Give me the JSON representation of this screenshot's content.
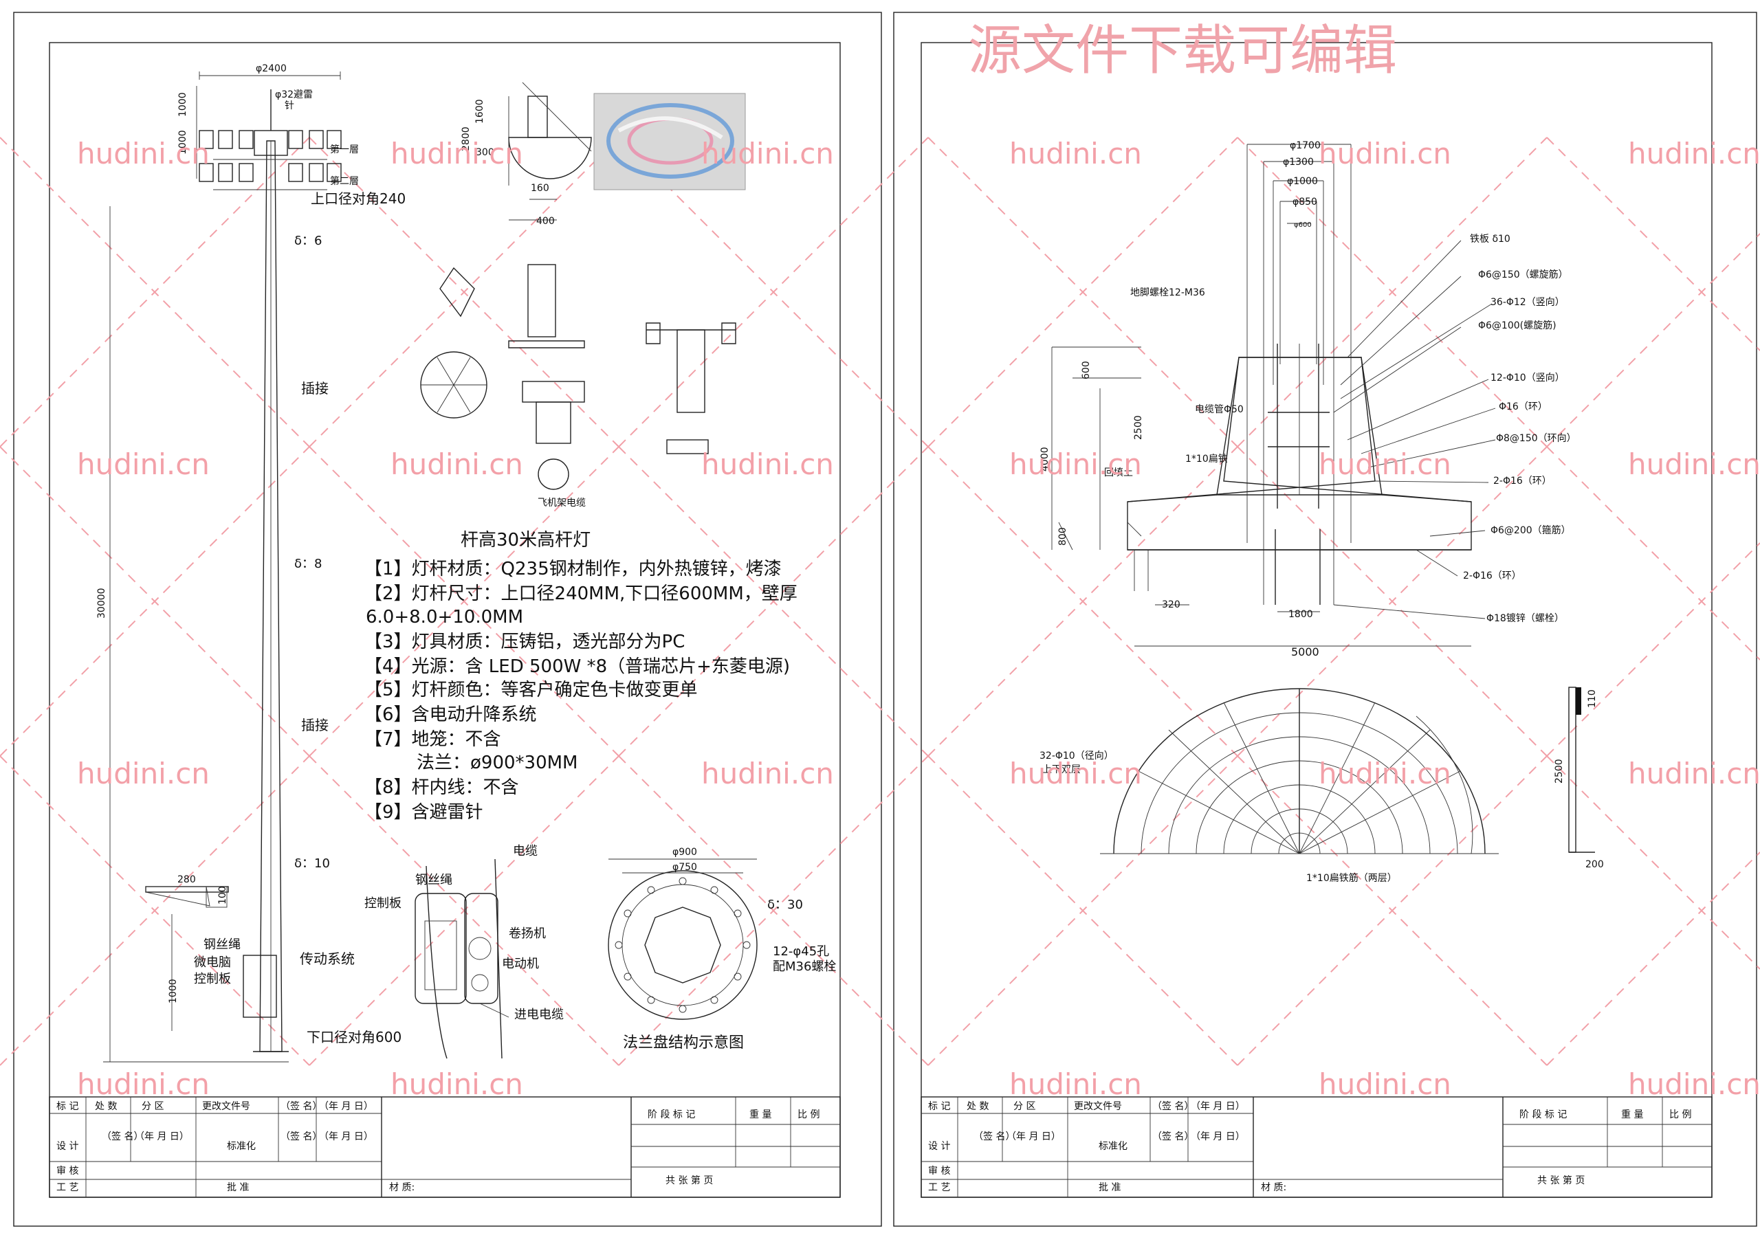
{
  "watermarks": {
    "site": "hudini.cn",
    "banner": "源文件下载可编辑"
  },
  "left_sheet": {
    "pole_labels": {
      "top_dia": "φ2400",
      "rod_label_1": "φ32避雷",
      "rod_label_2": "针",
      "h1000a": "1000",
      "h1000b": "1000",
      "layer1": "第一層",
      "layer2": "第二層",
      "top_opening": "上口径对角240",
      "wall6": "δ：6",
      "joint1": "插接",
      "wall8": "δ：8",
      "height": "30000",
      "joint2": "插接",
      "wall10": "δ：10",
      "w280": "280",
      "h100": "100",
      "wire": "钢丝绳",
      "mcu1": "微电脑",
      "mcu2": "控制板",
      "drive": "传动系统",
      "h1000c": "1000",
      "bottom_opening": "下口径对角600"
    },
    "detail_labels": {
      "d2800": "2800",
      "d1600": "1600",
      "d300": "300",
      "d160": "160",
      "d400": "400",
      "lamp_sign": "飞机架电缆"
    },
    "spec": {
      "title": "杆高30米高杆灯",
      "lines": [
        "【1】灯杆材质：Q235钢材制作，内外热镀锌，烤漆",
        "【2】灯杆尺寸：上口径240MM,下口径600MM，壁厚",
        "6.0+8.0+10.0MM",
        "【3】灯具材质：压铸铝，透光部分为PC",
        "【4】光源：含 LED 500W *8（普瑞芯片+东菱电源)",
        "【5】灯杆颜色：等客户确定色卡做变更单",
        "【6】含电动升降系统",
        "【7】地笼：不含",
        "法兰：ø900*30MM",
        "【8】杆内线：不含",
        "【9】含避雷针"
      ]
    },
    "base_labels": {
      "cable": "电缆",
      "wire_rope": "钢丝绳",
      "control_board": "控制板",
      "winch": "卷扬机",
      "motor": "电动机",
      "inlet_cable": "进电电缆"
    },
    "flange": {
      "d900": "φ900",
      "d750": "φ750",
      "thickness": "δ：30",
      "holes_1": "12-φ45孔",
      "holes_2": "配M36螺栓",
      "caption": "法兰盘结构示意图"
    }
  },
  "right_sheet": {
    "dims": [
      "φ1700",
      "φ1300",
      "φ1000",
      "φ850",
      "φ600"
    ],
    "annotations": [
      "铁板 δ10",
      "Φ6@150（螺旋筋）",
      "36-Φ12（竖向）",
      "Φ6@100(螺旋筋)",
      "12-Φ10（竖向）",
      "Φ16（环）",
      "Φ8@150（环向）",
      "2-Φ16（环）",
      "Φ6@200（箍筋）",
      "2-Φ16（环）",
      "Φ18镀锌（螺栓）"
    ],
    "left_annotations": {
      "bolt": "地脚螺栓12-M36",
      "h600": "600",
      "h2500": "2500",
      "h4000": "4000",
      "conduit": "电缆管Φ50",
      "ground": "1*10扁铁",
      "soil": "回填土",
      "h800": "800",
      "w320": "320",
      "w1800": "1800",
      "w5000": "5000"
    },
    "plan": {
      "radial": "32-Φ10（径向）",
      "layers": "上下双层",
      "mesh": "1*10扁铁筋（两层）",
      "h110": "110",
      "h2500": "2500",
      "w200": "200"
    }
  },
  "title_block": {
    "row1": [
      "标 记",
      "处 数",
      "分 区",
      "更改文件号",
      "（签 名）",
      "（年 月 日）"
    ],
    "row2": [
      "设 计",
      "（签 名）",
      "（年 月 日）",
      "标准化",
      "（签 名）",
      "（年 月 日）"
    ],
    "row3": [
      "审 核"
    ],
    "row4": [
      "工 艺",
      "批 准"
    ],
    "stage": "阶 段 标 记",
    "weight": "重 量",
    "scale": "比 例",
    "sheets": "共    张    第    页",
    "material": "材 质:"
  }
}
